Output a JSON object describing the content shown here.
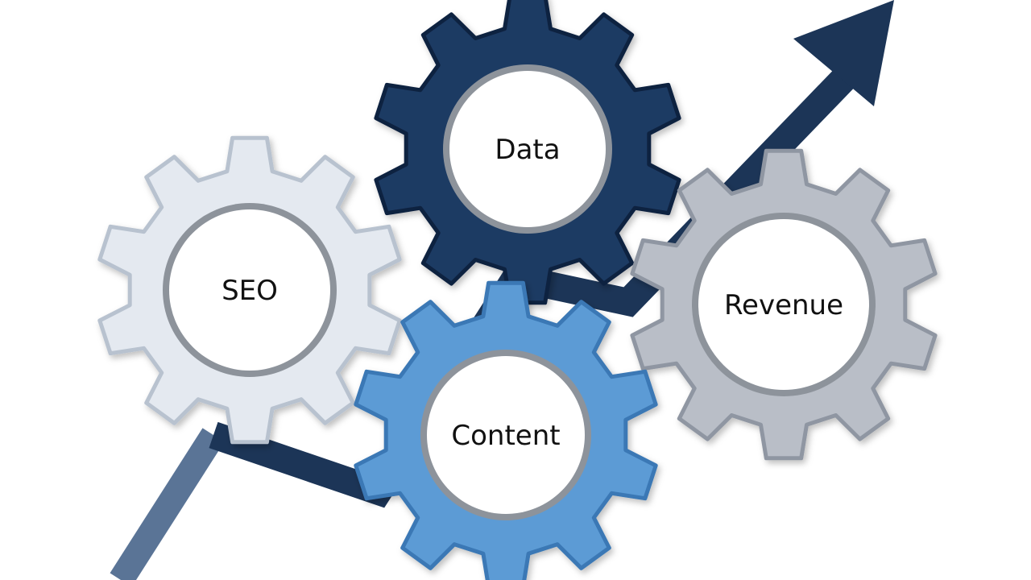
{
  "gears": [
    {
      "id": "seo",
      "label": "SEO",
      "color": "#e4e9f0",
      "edge": "#b8c2cf"
    },
    {
      "id": "data",
      "label": "Data",
      "color": "#1f3a63",
      "edge": "#0f2140"
    },
    {
      "id": "revenue",
      "label": "Revenue",
      "color": "#b9bec7",
      "edge": "#8f96a2"
    },
    {
      "id": "content",
      "label": "Content",
      "color": "#5b9bd5",
      "edge": "#3a78b5"
    }
  ],
  "colors": {
    "arrow_dark": "#1c3557",
    "arrow_light": "#5a7496",
    "hub_fill": "#ffffff",
    "hub_ring": "#8d939b"
  }
}
